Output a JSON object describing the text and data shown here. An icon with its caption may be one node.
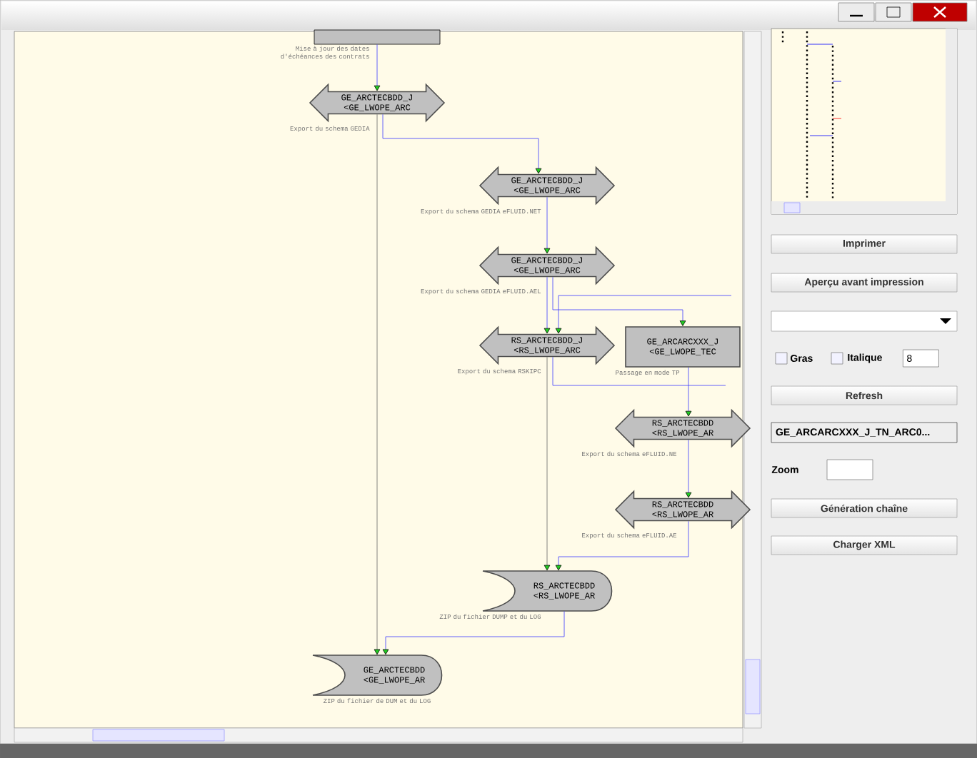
{
  "diagram": {
    "nodes": [
      {
        "text": [],
        "shape": "box",
        "beside": [
          "Mise à jour des dates d'échéances des contrats"
        ]
      },
      {
        "text": [
          "GE_ARCTECBDD_J <GE_LWOPE_ARC"
        ],
        "beside": [
          "Export du schema GEDIA"
        ]
      },
      {
        "text": [
          "GE_ARCTECBDD_J <GE_LWOPE_ARC"
        ],
        "beside": [
          "Export du schema GEDIA eFLUID.NET"
        ]
      },
      {
        "text": [
          "GE_ARCTECBDD_J <GE_LWOPE_ARC"
        ],
        "beside": [
          "Export du schema GEDIA eFLUID.AEL"
        ]
      },
      {
        "text": [
          "RS_ARCTECBDD_J <RS_LWOPE_ARC"
        ],
        "beside": [
          "Export du schema RSKIPC"
        ]
      },
      {
        "text": [
          "GE_ARCARCXXX_J <GE_LWOPE_TEC"
        ],
        "beside": [
          "Passage en mode TP"
        ]
      },
      {
        "text": [
          "RS_ARCTECBDD <RS_LWOPE_AR"
        ],
        "beside": [
          "Export du schema eFLUID.NE"
        ]
      },
      {
        "text": [
          "RS_ARCTECBDD <RS_LWOPE_AR"
        ],
        "beside": [
          "Export du schema eFLUID.AE"
        ]
      },
      {
        "text": [
          "RS_ARCTECBDD <RS_LWOPE_AR"
        ],
        "beside": [
          "ZIP du fichier DUMP et du LOG"
        ]
      },
      {
        "text": [
          "GE_ARCTECBDD <GE_LWOPE_AR"
        ],
        "beside": [
          "ZIP du fichier de DUM et du LOG"
        ]
      }
    ],
    "edges": [
      {
        "from": 0,
        "to": 1,
        "arrow": "to"
      },
      {
        "from": 1,
        "to": 2,
        "arrow": "to"
      },
      {
        "from": 2,
        "to": 3,
        "arrow": "to"
      },
      {
        "from": 3,
        "to": 4,
        "arrow": "to"
      },
      {
        "from": 3,
        "to": 5,
        "arrow": "to"
      },
      {
        "from": null,
        "to": 4,
        "arrow": "to"
      },
      {
        "from": 4,
        "to": null,
        "arrow": "none"
      },
      {
        "from": 5,
        "to": 6,
        "arrow": "to"
      },
      {
        "from": 6,
        "to": 7,
        "arrow": "to"
      },
      {
        "from": 7,
        "to": 8,
        "arrow": "to"
      },
      {
        "from": 4,
        "to": 8,
        "arrow": "to",
        "color": "#666666"
      },
      {
        "from": 1,
        "to": 9,
        "arrow": "to",
        "color": "#666666"
      },
      {
        "from": 8,
        "to": 9,
        "arrow": "to"
      }
    ],
    "labels": [
      "Imprimer",
      "Aperçu avant impression",
      "Gras",
      "Italique",
      "8",
      "Refresh",
      "GE_ARCARCXXX_J_TN_ARC0...",
      "Zoom",
      "Génération chaîne",
      "Charger XML"
    ]
  }
}
